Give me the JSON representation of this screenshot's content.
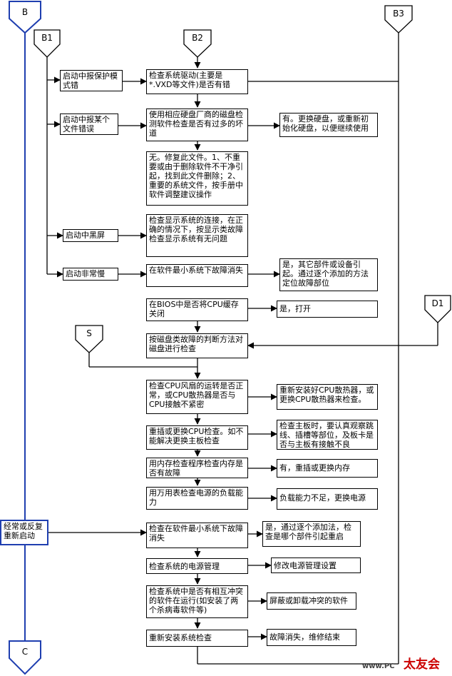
{
  "connectors": {
    "b": "B",
    "b1": "B1",
    "b2": "B2",
    "b3": "B3",
    "d1": "D1",
    "s": "S",
    "c": "C"
  },
  "left_boxes": {
    "protect_mode": "启动中报保护模式错",
    "file_error": "启动中报某个文件错误",
    "black_screen": "启动中黑屏",
    "slow_start": "启动非常慢",
    "frequent_restart": "经常或反复重新启动"
  },
  "main_steps": {
    "check_driver": "检查系统驱动(主要是*.VXD等文件)是否有错",
    "disk_check": "使用相应硬盘厂商的磁盘检测软件检查是否有过多的坏道",
    "repair_file": "无。修复此文件。1、不重要或由于删除软件不干净引起，找到此文件删除；2、重要的系统文件，按手册中软件调整建议操作",
    "check_display": "检查显示系统的连接，在正确的情况下，按显示类故障检查显示系统有无问题",
    "min_system": "在软件最小系统下故障消失",
    "bios_cache": "在BIOS中是否将CPU缓存关闭",
    "disk_fault": "按磁盘类故障的判断方法对磁盘进行检查",
    "cpu_fan": "检查CPU风扇的运转是否正常，或CPU散热器是否与CPU接触不紧密",
    "replace_cpu": "重插或更换CPU检查。如不能解决更换主板检查",
    "memory_test": "用内存检查程序检查内存是否有故障",
    "power_load": "用万用表检查电源的负载能力",
    "min_system2": "检查在软件最小系统下故障消失",
    "power_mgmt": "检查系统的电源管理",
    "conflict_sw": "检查系统中是否有相互冲突的软件在运行(如安装了两个杀病毒软件等)",
    "reinstall": "重新安装系统检查"
  },
  "result_boxes": {
    "replace_disk": "有。更换硬盘，或重新初始化硬盘，以便继续使用",
    "add_parts": "是，其它部件或设备引起。通过逐个添加的方法定位故障部位",
    "enable_cache": "是，打开",
    "reinstall_cooler": "重新安装好CPU散热器，或更换CPU散热器来检查。",
    "check_board": "检查主板时，要认真观察跳线、插槽等部位，及板卡是否与主板有接触不良",
    "replace_memory": "有，重插或更换内存",
    "replace_power": "负载能力不足，更换电源",
    "find_part": "是，通过逐个添加法，检查是哪个部件引起重启",
    "change_power_mgmt": "修改电源管理设置",
    "remove_conflict": "屏蔽或卸载冲突的软件",
    "done": "故障消失，维修结束"
  },
  "watermark": {
    "site": "www.PC",
    "logo": "太友会"
  },
  "colors": {
    "line": "#000000",
    "connector_blue": "#1f3fb0"
  }
}
